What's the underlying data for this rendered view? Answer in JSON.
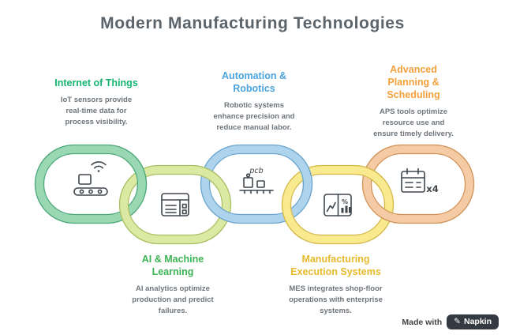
{
  "title": "Modern Manufacturing Technologies",
  "colors": {
    "title": "#5c646b",
    "description": "#6e757b",
    "icon_stroke": "#3f474d",
    "background": "#ffffff"
  },
  "items": [
    {
      "heading": "Internet of Things",
      "heading_color": "#14b472",
      "description": "IoT sensors provide\nreal-time data for\nprocess visibility.",
      "position": "top",
      "link": {
        "fill": "#9ad8b3",
        "edge": "#4aa87a"
      },
      "icon": "iot-conveyor-wifi-icon"
    },
    {
      "heading": "AI & Machine\nLearning",
      "heading_color": "#3cb454",
      "description": "AI analytics optimize\nproduction and predict\nfailures.",
      "position": "bottom",
      "link": {
        "fill": "#dbe9a3",
        "edge": "#a9bf62"
      },
      "icon": "ml-dashboard-icon"
    },
    {
      "heading": "Automation &\nRobotics",
      "heading_color": "#4ba3dc",
      "description": "Robotic systems\nenhance precision and\nreduce manual labor.",
      "position": "top",
      "link": {
        "fill": "#aed3ec",
        "edge": "#6aa5cf"
      },
      "icon": "pcb-machine-icon",
      "icon_label": "pcb"
    },
    {
      "heading": "Manufacturing\nExecution Systems",
      "heading_color": "#e7b92c",
      "description": "MES integrates shop-floor\noperations with enterprise\nsystems.",
      "position": "bottom",
      "link": {
        "fill": "#f9e98f",
        "edge": "#d4b94a"
      },
      "icon": "mes-metrics-icon",
      "icon_label": "%"
    },
    {
      "heading": "Advanced\nPlanning &\nScheduling",
      "heading_color": "#f4a13c",
      "description": "APS tools optimize\nresource use and\nensure timely delivery.",
      "position": "top",
      "link": {
        "fill": "#f4cba4",
        "edge": "#d29257"
      },
      "icon": "aps-calendar-icon",
      "icon_label": "x4"
    }
  ],
  "watermark": {
    "prefix": "Made with",
    "icon": "✎",
    "brand": "Napkin"
  }
}
